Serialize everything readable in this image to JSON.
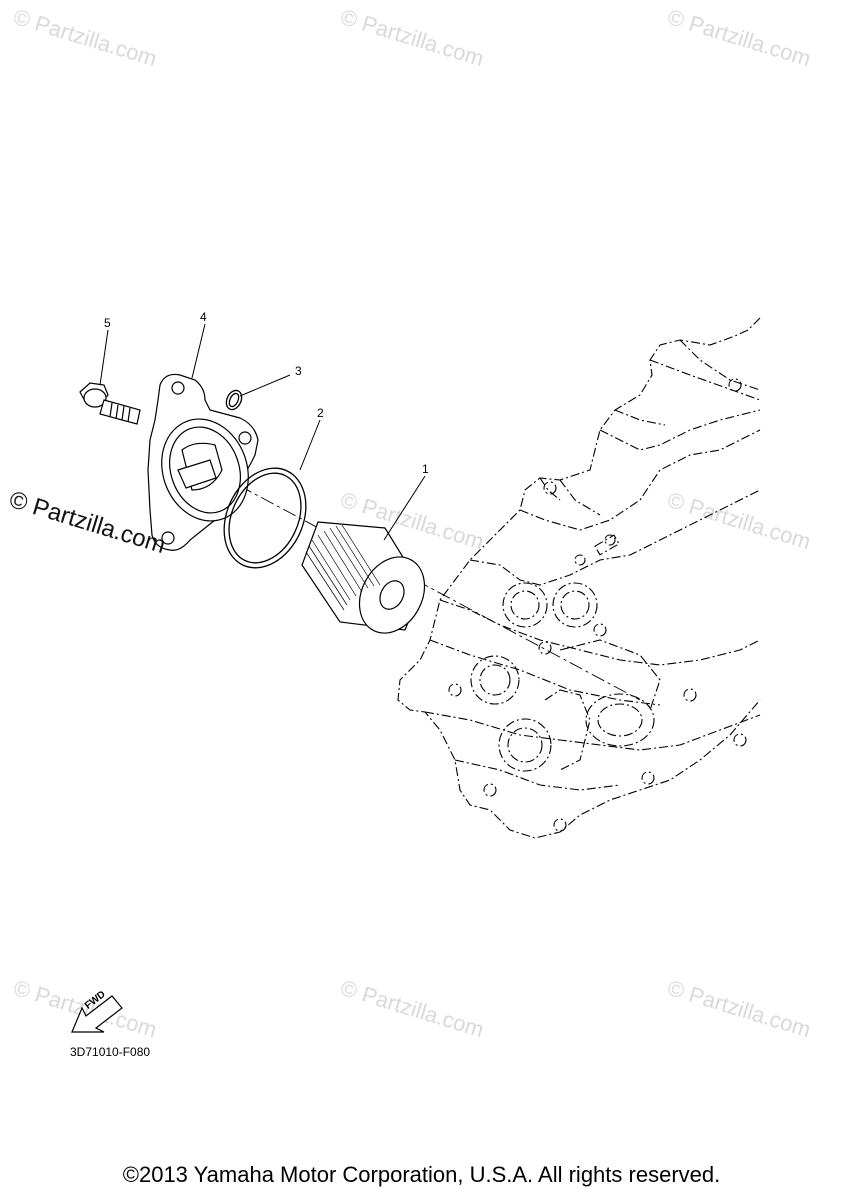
{
  "watermark_text": "© Partzilla.com",
  "side_watermark": "© Partzilla.com",
  "callouts": {
    "c1": "1",
    "c2": "2",
    "c3": "3",
    "c4": "4",
    "c5": "5"
  },
  "fwd_label": "FWD",
  "reference_code": "3D71010-F080",
  "copyright": "©2013 Yamaha Motor Corporation, U.S.A. All rights reserved."
}
